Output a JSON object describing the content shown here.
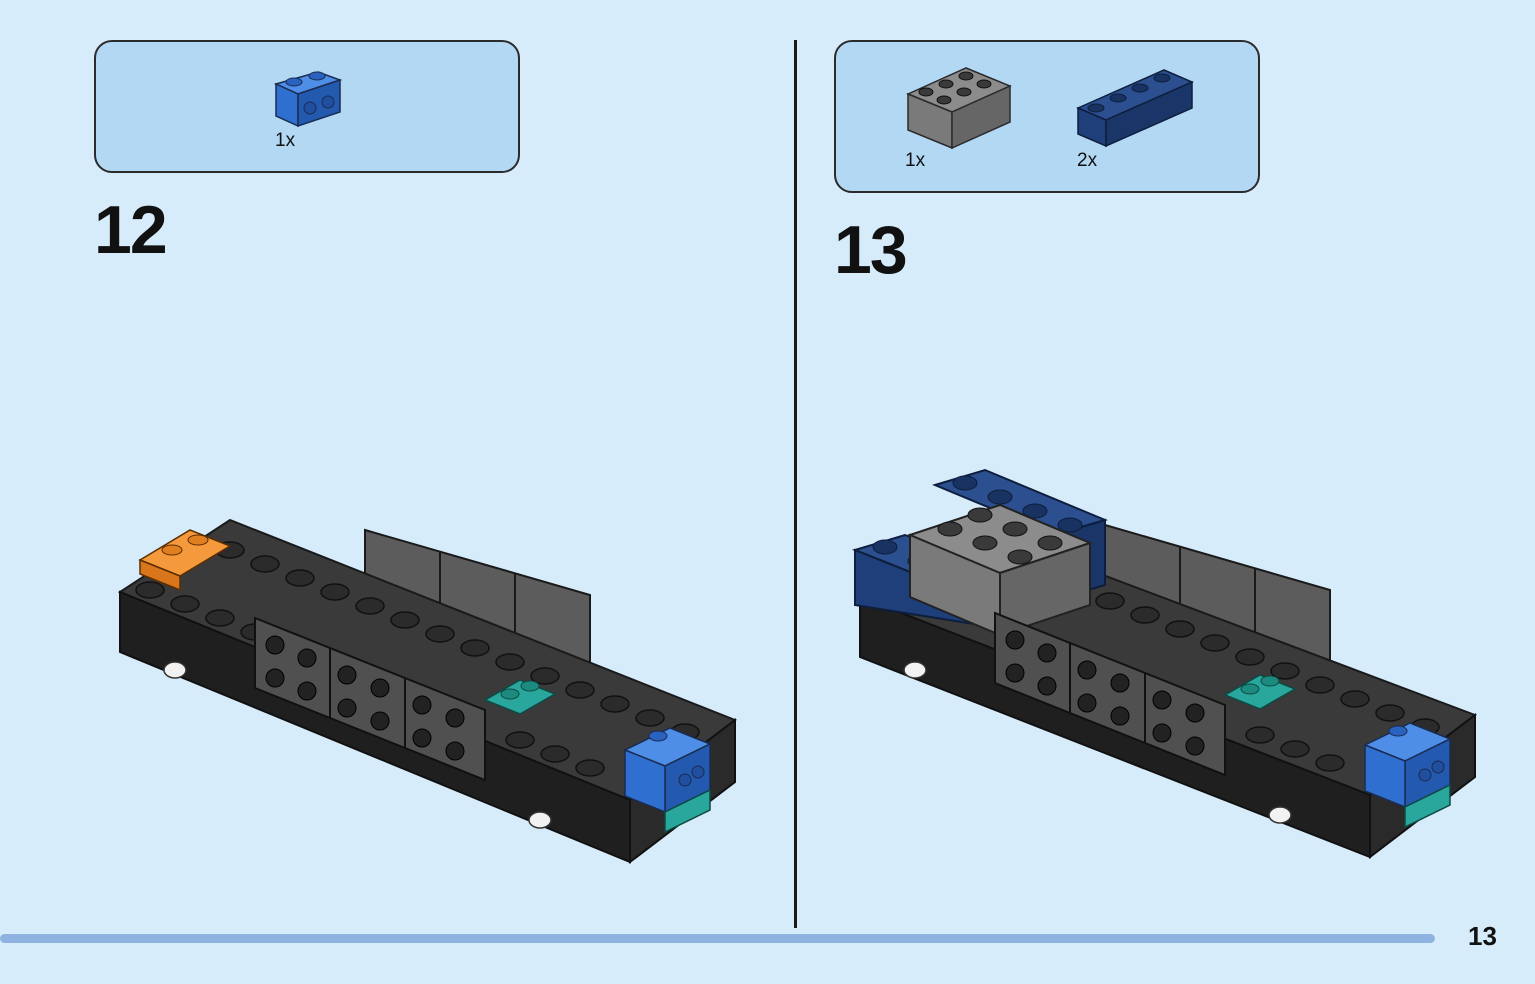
{
  "page": {
    "number": "13"
  },
  "steps": [
    {
      "number": "12",
      "parts": [
        {
          "qty": "1x",
          "icon": "blue-1x2-brick-with-side-studs",
          "color": "#2f6fd0"
        }
      ]
    },
    {
      "number": "13",
      "parts": [
        {
          "qty": "1x",
          "icon": "gray-2x3-brick",
          "color": "#7a7a7a"
        },
        {
          "qty": "2x",
          "icon": "dark-blue-1x4-brick",
          "color": "#1f3f7a"
        }
      ]
    }
  ],
  "colors": {
    "background": "#d6ecfb",
    "parts_box": "#b3d8f4",
    "chassis": "#2e2e2e",
    "stud": "#3a3a3a",
    "orange": "#f08a2a",
    "teal": "#2aa79c",
    "blue": "#2f6fd0",
    "dark_blue": "#1f3f7a",
    "gray": "#7a7a7a",
    "progress": "#8fb3e0"
  }
}
